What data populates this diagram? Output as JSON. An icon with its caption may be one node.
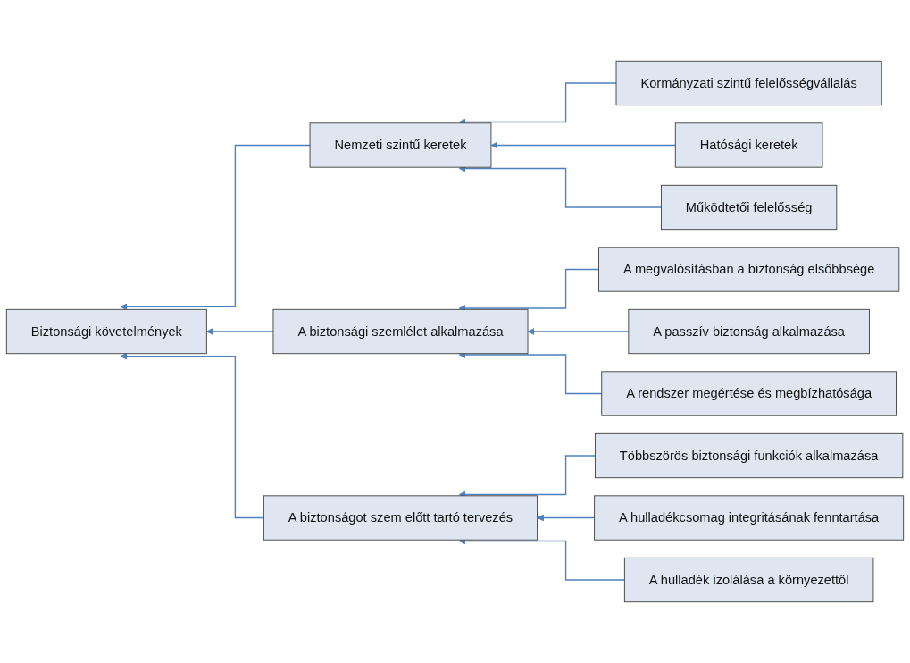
{
  "diagram": {
    "nodes": [
      {
        "text": [
          "Biztonsági követelmények"
        ]
      },
      {
        "text": [
          "Nemzeti szintű keretek"
        ]
      },
      {
        "text": [
          "Kormányzati szintű felelősségvállalás"
        ]
      },
      {
        "text": [
          "Hatósági keretek"
        ]
      },
      {
        "text": [
          "Működtetői felelősség"
        ]
      },
      {
        "text": [
          "A biztonsági szemlélet alkalmazása"
        ]
      },
      {
        "text": [
          "A megvalósításban a biztonság elsőbbsége"
        ]
      },
      {
        "text": [
          "A passzív biztonság alkalmazása"
        ]
      },
      {
        "text": [
          "A rendszer megértése és megbízhatósága"
        ]
      },
      {
        "text": [
          "A biztonságot szem előtt tartó tervezés"
        ]
      },
      {
        "text": [
          "Többszörös biztonsági funkciók alkalmazása"
        ]
      },
      {
        "text": [
          "A hulladékcsomag integritásának fenntartása"
        ]
      },
      {
        "text": [
          "A hulladék izolálása a környezettől"
        ]
      }
    ],
    "edges": [
      {
        "from": 1,
        "to": 0,
        "arrow": "to"
      },
      {
        "from": 5,
        "to": 0,
        "arrow": "to"
      },
      {
        "from": 9,
        "to": 0,
        "arrow": "to"
      },
      {
        "from": 2,
        "to": 1,
        "arrow": "to"
      },
      {
        "from": 3,
        "to": 1,
        "arrow": "to"
      },
      {
        "from": 4,
        "to": 1,
        "arrow": "to"
      },
      {
        "from": 6,
        "to": 5,
        "arrow": "to"
      },
      {
        "from": 7,
        "to": 5,
        "arrow": "to"
      },
      {
        "from": 8,
        "to": 5,
        "arrow": "to"
      },
      {
        "from": 10,
        "to": 9,
        "arrow": "to"
      },
      {
        "from": 11,
        "to": 9,
        "arrow": "to"
      },
      {
        "from": 12,
        "to": 9,
        "arrow": "to"
      }
    ]
  }
}
